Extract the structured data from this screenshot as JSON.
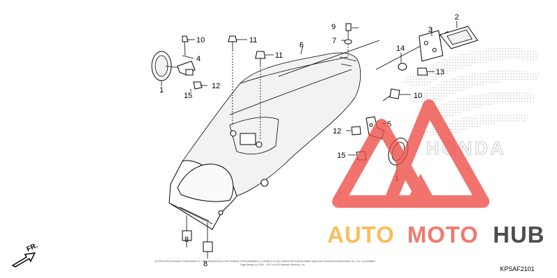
{
  "diagram": {
    "callouts": [
      {
        "id": "c1a",
        "label": "1"
      },
      {
        "id": "c1b",
        "label": "1"
      },
      {
        "id": "c2",
        "label": "2"
      },
      {
        "id": "c3",
        "label": "3"
      },
      {
        "id": "c4",
        "label": "4"
      },
      {
        "id": "c5",
        "label": "5"
      },
      {
        "id": "c6",
        "label": "6"
      },
      {
        "id": "c7",
        "label": "7"
      },
      {
        "id": "c8a",
        "label": "8"
      },
      {
        "id": "c8b",
        "label": "8"
      },
      {
        "id": "c9",
        "label": "9"
      },
      {
        "id": "c10a",
        "label": "10"
      },
      {
        "id": "c10b",
        "label": "10"
      },
      {
        "id": "c11a",
        "label": "11"
      },
      {
        "id": "c11b",
        "label": "11"
      },
      {
        "id": "c12a",
        "label": "12"
      },
      {
        "id": "c12b",
        "label": "12"
      },
      {
        "id": "c13",
        "label": "13"
      },
      {
        "id": "c14",
        "label": "14"
      },
      {
        "id": "c15a",
        "label": "15"
      },
      {
        "id": "c15b",
        "label": "15"
      }
    ],
    "direction_label": "FR.",
    "diagram_code": "KPSAF2101",
    "legal_line_1": "(c) 2003-2013 American Honda Motor Co., Inc. Reproduction of the contents of this publication, in whole or in part, without the express written approval of American Honda Motor Co., Inc. is prohibited.",
    "legal_line_2": "Page design (c) 2004 - 2017 by ARI Network Services, Inc."
  },
  "watermark": {
    "text_part1": "AUTO",
    "text_part2": "MOTO",
    "text_part3": "HUB",
    "color_part1": "#F7B84B",
    "color_part2": "#EF6B5F",
    "color_part3": "#3A3A3A",
    "logo_color": "#EE4C45"
  },
  "background_logo": {
    "text": "HONDA",
    "color": "#C9C9C9"
  }
}
